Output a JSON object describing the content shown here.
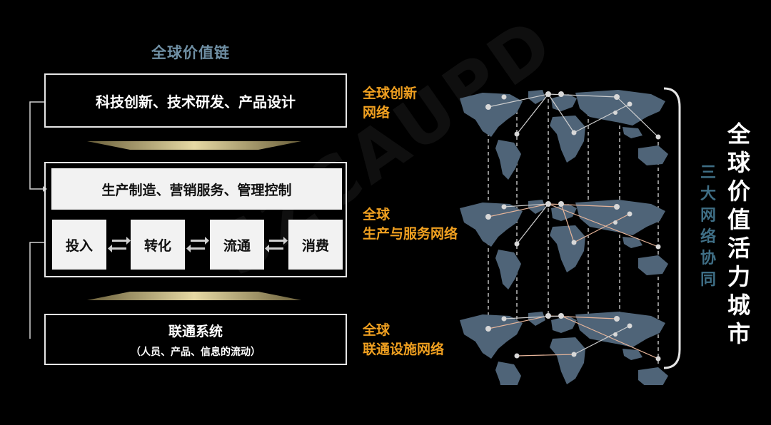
{
  "watermark": "SZCAUPD",
  "value_chain": {
    "title": "全球价值链",
    "tech_box": "科技创新、技术研发、产品设计",
    "production_bar": "生产制造、营销服务、管理控制",
    "steps": [
      "投入",
      "转化",
      "流通",
      "消费"
    ],
    "connection_main": "联通系统",
    "connection_sub": "（人员、产品、信息的流动）"
  },
  "networks": {
    "innovation_line1": "全球创新",
    "innovation_line2": "网络",
    "production_line1": "全球",
    "production_line2": "生产与服务网络",
    "connection_line1": "全球",
    "connection_line2": "联通设施网络"
  },
  "collab_label": [
    "三",
    "大",
    "网",
    "络",
    "协",
    "同"
  ],
  "city_label": [
    "全",
    "球",
    "价",
    "值",
    "活",
    "力",
    "城",
    "市"
  ],
  "colors": {
    "accent_orange": "#f0a020",
    "title_blue": "#6f8fa4",
    "map_land": "#4f6478",
    "vertical_blue": "#3f6f86"
  }
}
